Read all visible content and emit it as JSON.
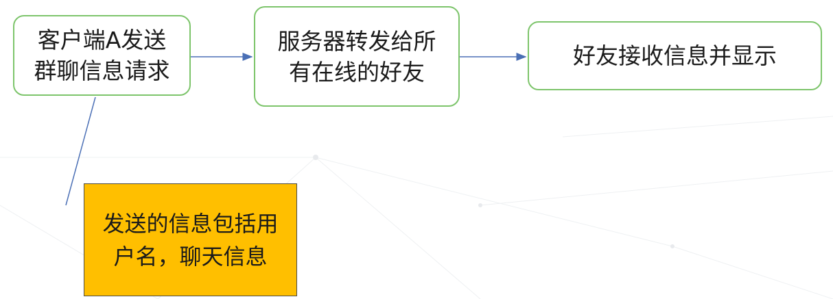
{
  "flow": {
    "step1": {
      "line1": "客户端A发送",
      "line2": "群聊信息请求"
    },
    "step2": {
      "line1": "服务器转发给所",
      "line2": "有在线的好友"
    },
    "step3": {
      "text": "好友接收信息并显示"
    }
  },
  "note": {
    "line1": "发送的信息包括用",
    "line2": "户名，聊天信息"
  },
  "colors": {
    "box_border": "#7cc46a",
    "arrow": "#4a6fb5",
    "note_fill": "#ffbf00"
  }
}
